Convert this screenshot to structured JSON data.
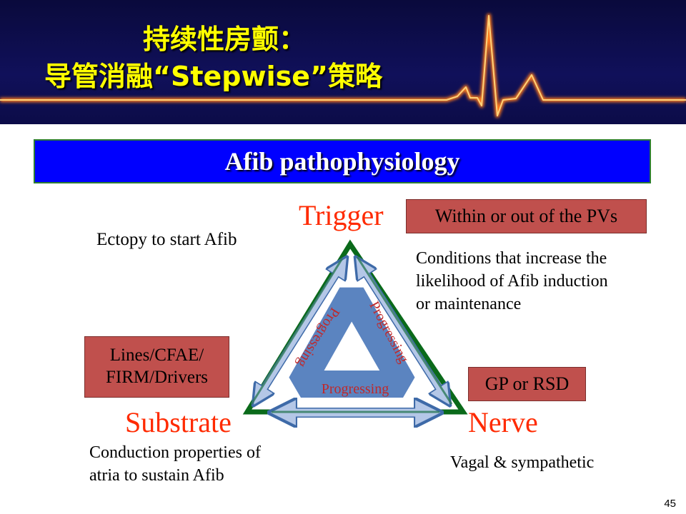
{
  "header": {
    "title_line1": "持续性房颤：",
    "title_line2": "导管消融“Stepwise”策略"
  },
  "banner": {
    "title": "Afib pathophysiology"
  },
  "diagram": {
    "trigger": {
      "label": "Trigger",
      "box": "Within or out of the PVs",
      "description": "Ectopy to start Afib"
    },
    "substrate": {
      "label": "Substrate",
      "box_line1": "Lines/CFAE/",
      "box_line2": "FIRM/Drivers",
      "description_line1": "Conduction properties of",
      "description_line2": "atria to sustain Afib"
    },
    "nerve": {
      "label": "Nerve",
      "box": "GP or RSD",
      "description": "Vagal & sympathetic"
    },
    "conditions_line1": "Conditions that increase the",
    "conditions_line2": "likelihood of Afib induction",
    "conditions_line3": "or maintenance",
    "progress_left": "Progressing",
    "progress_right": "Progressing",
    "progress_bottom": "Progressing"
  },
  "colors": {
    "header_bg": "#0c0c48",
    "title": "#ffff00",
    "banner": "#0000ff",
    "box": "#c0504d",
    "accent_red": "#ff2a00",
    "triangle": "#006400",
    "arrow_fill": "#b4c7e7",
    "band": "#5b84c0"
  },
  "page_number": "45"
}
